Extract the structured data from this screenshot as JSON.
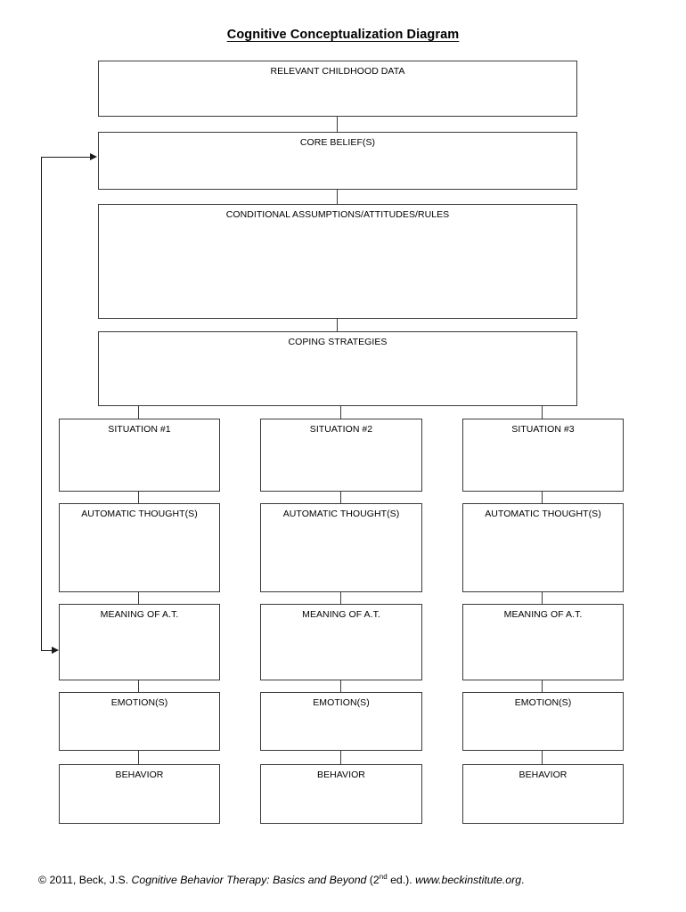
{
  "document": {
    "title": "Cognitive Conceptualization Diagram"
  },
  "diagram": {
    "top_boxes": [
      {
        "label": "RELEVANT CHILDHOOD DATA"
      },
      {
        "label": "CORE BELIEF(S)"
      },
      {
        "label": "CONDITIONAL ASSUMPTIONS/ATTITUDES/RULES"
      },
      {
        "label": "COPING STRATEGIES"
      }
    ],
    "columns": [
      {
        "situation": "SITUATION #1",
        "automatic_thought": "AUTOMATIC THOUGHT(S)",
        "meaning": "MEANING OF A.T.",
        "emotion": "EMOTION(S)",
        "behavior": "BEHAVIOR"
      },
      {
        "situation": "SITUATION #2",
        "automatic_thought": "AUTOMATIC THOUGHT(S)",
        "meaning": "MEANING OF A.T.",
        "emotion": "EMOTION(S)",
        "behavior": "BEHAVIOR"
      },
      {
        "situation": "SITUATION #3",
        "automatic_thought": "AUTOMATIC THOUGHT(S)",
        "meaning": "MEANING OF A.T.",
        "emotion": "EMOTION(S)",
        "behavior": "BEHAVIOR"
      }
    ],
    "feedback_loop": {
      "description": "Arrow from MEANING OF A.T. back up to CORE BELIEF(S)"
    },
    "colors": {
      "box_border": "#3a3a3a",
      "arrow": "#1a1a1a",
      "text": "#000000",
      "background": "#ffffff"
    }
  },
  "footer": {
    "copyright": "© 2011, Beck, J.S. ",
    "book_title": "Cognitive Behavior Therapy: Basics and Beyond",
    "edition_prefix": " (2",
    "edition_sup": "nd",
    "edition_suffix": " ed.). ",
    "website": "www.beckinstitute.org",
    "period": "."
  }
}
